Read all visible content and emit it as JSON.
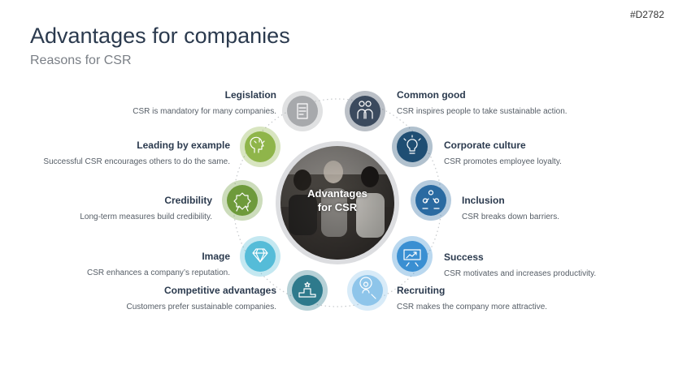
{
  "slide_id": "#D2782",
  "title": "Advantages for companies",
  "subtitle": "Reasons for CSR",
  "center": {
    "line1": "Advantages",
    "line2": "for CSR"
  },
  "items": [
    {
      "id": "legislation",
      "title": "Legislation",
      "desc": "CSR is mandatory for many companies.",
      "icon": "law-book-icon",
      "color": "#a7a9ac"
    },
    {
      "id": "leading",
      "title": "Leading by example",
      "desc": "Successful CSR encourages others to do the same.",
      "icon": "idea-head-icon",
      "color": "#8fb54a"
    },
    {
      "id": "credibility",
      "title": "Credibility",
      "desc": "Long-term measures build credibility.",
      "icon": "award-badge-icon",
      "color": "#6e9a3b"
    },
    {
      "id": "image",
      "title": "Image",
      "desc": "CSR enhances a company’s reputation.",
      "icon": "diamond-icon",
      "color": "#55bcd8"
    },
    {
      "id": "competitive",
      "title": "Competitive advantages",
      "desc": "Customers prefer sustainable companies.",
      "icon": "podium-icon",
      "color": "#2e7a8c"
    },
    {
      "id": "common-good",
      "title": "Common good",
      "desc": "CSR inspires people to take sustainable action.",
      "icon": "people-group-icon",
      "color": "#3b4a5e"
    },
    {
      "id": "culture",
      "title": "Corporate culture",
      "desc": "CSR promotes employee loyalty.",
      "icon": "lightbulb-icon",
      "color": "#1f4e73"
    },
    {
      "id": "inclusion",
      "title": "Inclusion",
      "desc": "CSR breaks down barriers.",
      "icon": "team-network-icon",
      "color": "#2a6aa1"
    },
    {
      "id": "success",
      "title": "Success",
      "desc": "CSR motivates and increases productivity.",
      "icon": "growth-chart-icon",
      "color": "#3a8fd2"
    },
    {
      "id": "recruiting",
      "title": "Recruiting",
      "desc": "CSR makes the company more attractive.",
      "icon": "magnifier-person-icon",
      "color": "#8ec5ea"
    }
  ]
}
